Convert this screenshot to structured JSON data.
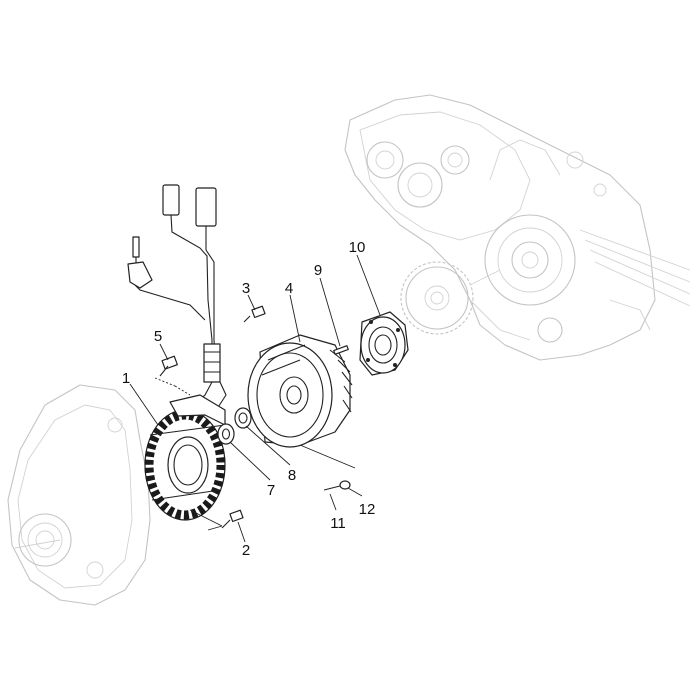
{
  "diagram": {
    "callouts": [
      {
        "id": "1",
        "text": "1"
      },
      {
        "id": "2",
        "text": "2"
      },
      {
        "id": "3",
        "text": "3"
      },
      {
        "id": "4",
        "text": "4"
      },
      {
        "id": "5",
        "text": "5"
      },
      {
        "id": "7",
        "text": "7"
      },
      {
        "id": "8",
        "text": "8"
      },
      {
        "id": "9",
        "text": "9"
      },
      {
        "id": "10",
        "text": "10"
      },
      {
        "id": "11",
        "text": "11"
      },
      {
        "id": "12",
        "text": "12"
      }
    ],
    "colors": {
      "line": "#222222",
      "ghost_outline": "#c4c4c4",
      "stator_winding": "#1a1a1a",
      "background": "#ffffff"
    }
  }
}
